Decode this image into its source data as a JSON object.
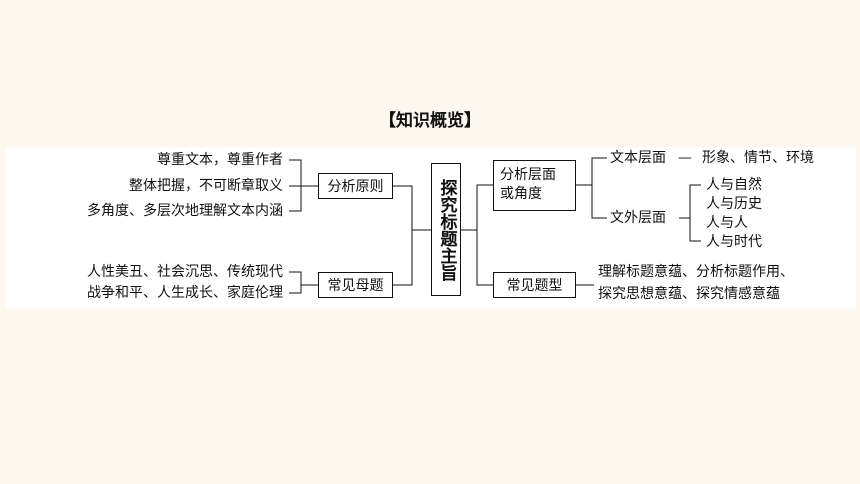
{
  "title": "【知识概览】",
  "center": "探究标题主旨",
  "left": {
    "principle": {
      "label": "分析原则",
      "items": [
        "尊重文本，尊重作者",
        "整体把握，不可断章取义",
        "多角度、多层次地理解文本内涵"
      ]
    },
    "motifs": {
      "label": "常见母题",
      "items": [
        "人性美丑、社会沉思、传统现代",
        "战争和平、人生成长、家庭伦理"
      ]
    }
  },
  "right": {
    "levels": {
      "label_line1": "分析层面",
      "label_line2": "或角度",
      "text_level": {
        "label": "文本层面",
        "dash": "—",
        "content": "形象、情节、环境"
      },
      "outer_level": {
        "label": "文外层面",
        "items": [
          "人与自然",
          "人与历史",
          "人与人",
          "人与时代"
        ]
      }
    },
    "types": {
      "label": "常见题型",
      "items": [
        "理解标题意蕴、分析标题作用、",
        "探究思想意蕴、探究情感意蕴"
      ]
    }
  }
}
